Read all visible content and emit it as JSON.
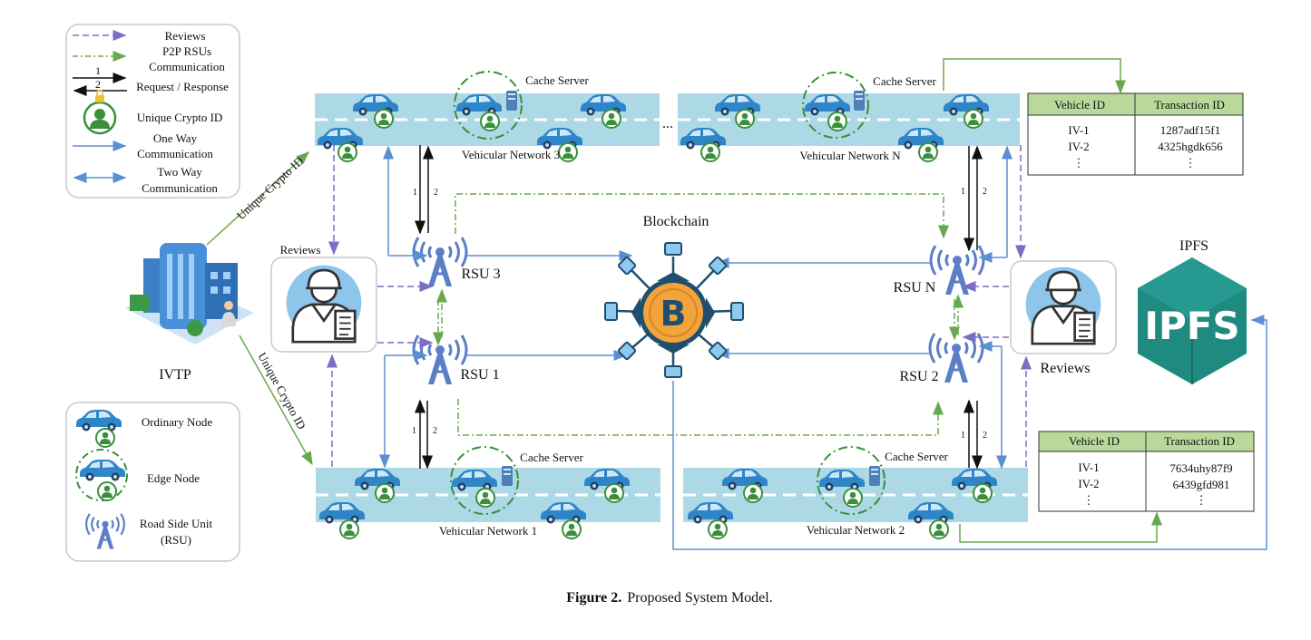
{
  "legend_top": {
    "reviews": "Reviews",
    "p2p_line1": "P2P RSUs",
    "p2p_line2": "Communication",
    "req_num1": "1",
    "req_num2": "2",
    "request_response": "Request / Response",
    "unique_crypto_id": "Unique Crypto ID",
    "one_way_line1": "One Way",
    "one_way_line2": "Communication",
    "two_way_line1": "Two Way",
    "two_way_line2": "Communication"
  },
  "legend_bottom": {
    "ordinary_node": "Ordinary Node",
    "edge_node": "Edge Node",
    "rsu_line1": "Road Side Unit",
    "rsu_line2": "(RSU)"
  },
  "ivtp": {
    "label": "IVTP",
    "link_upper": "Unique Crypto ID",
    "link_lower": "Unique Crypto ID"
  },
  "networks": {
    "n3": "Vehicular Network 3",
    "nN": "Vehicular Network N",
    "n1": "Vehicular Network 1",
    "n2": "Vehicular Network 2",
    "ellipsis": "...",
    "cache_server": "Cache Server"
  },
  "rsus": {
    "rsu3": "RSU 3",
    "rsu1": "RSU 1",
    "rsuN": "RSU N",
    "rsu2": "RSU 2"
  },
  "reviews": {
    "left": "Reviews",
    "right": "Reviews"
  },
  "link_numbers": {
    "one": "1",
    "two": "2"
  },
  "blockchain": {
    "title": "Blockchain",
    "symbol": "B"
  },
  "ipfs": {
    "title": "IPFS",
    "logo_text": "IPFS"
  },
  "table_top": {
    "headers": [
      "Vehicle ID",
      "Transaction ID"
    ],
    "vehicle_ids": [
      "IV-1",
      "IV-2",
      "⋮"
    ],
    "transaction_ids": [
      "1287adf15f1",
      "4325hgdk656",
      "⋮"
    ]
  },
  "table_bottom": {
    "headers": [
      "Vehicle ID",
      "Transaction ID"
    ],
    "vehicle_ids": [
      "IV-1",
      "IV-2",
      "⋮"
    ],
    "transaction_ids": [
      "7634uhy87f9",
      "6439gfd981",
      "⋮"
    ]
  },
  "caption": {
    "label": "Figure 2.",
    "text": "Proposed System Model."
  },
  "colors": {
    "road": "#add8e6",
    "car": "#2e86c9",
    "crypto_green": "#3a8f3a",
    "arrow_blue": "#5b8fd1",
    "review_purple": "#7b6fc4",
    "p2p_green": "#6aa84f",
    "rsu_blue": "#5b7fc7",
    "table_header": "#b9d99a",
    "ipfs_teal": "#1f8a80",
    "coin_orange": "#f2a33a"
  }
}
